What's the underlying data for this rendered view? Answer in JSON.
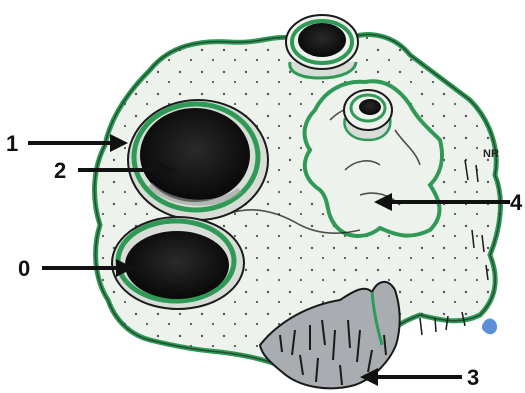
{
  "labels": {
    "l0": "0",
    "l1": "1",
    "l2": "2",
    "l3": "3",
    "l4": "4",
    "nr": "NR"
  },
  "colors": {
    "cell_fill": "#eef2ec",
    "membrane_green": "#2f9a55",
    "dark_outline": "#1a1a1a",
    "vacuole_fill": "#101010",
    "tuft_fill": "#a9adb1",
    "blue_spot": "#5b8fd6"
  }
}
